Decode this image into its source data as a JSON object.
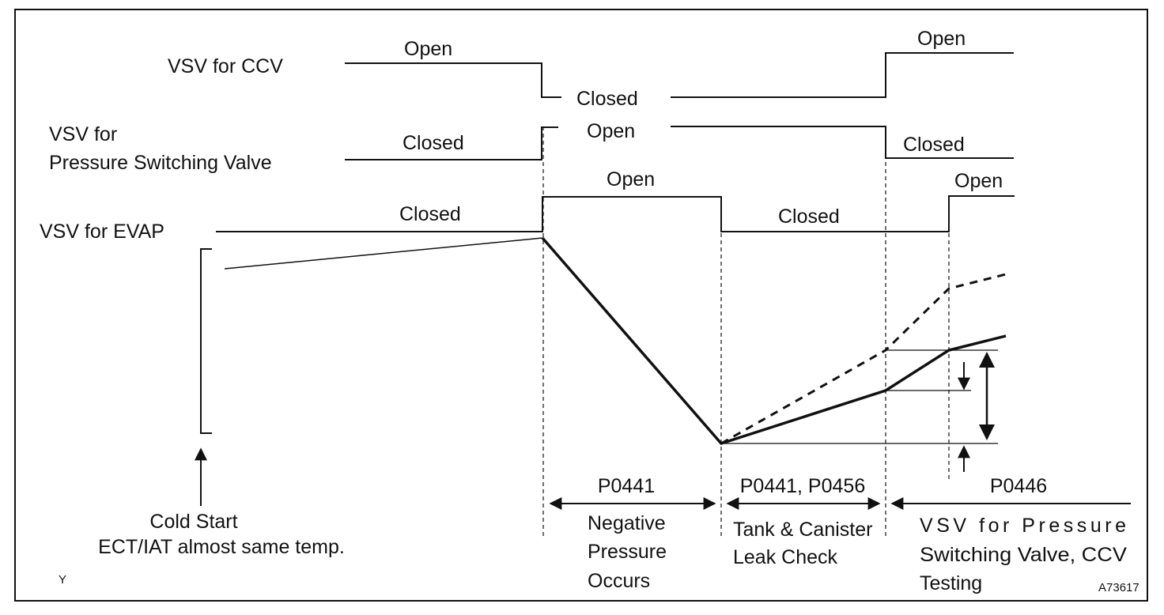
{
  "diagram": {
    "rows": {
      "ccv": {
        "name": "VSV for CCV",
        "state1": "Open",
        "state2": "Closed",
        "state3": "Open"
      },
      "psv": {
        "name_line1": "VSV for",
        "name_line2": "Pressure Switching Valve",
        "state1": "Closed",
        "state2": "Open",
        "state3": "Closed"
      },
      "evap": {
        "name": "VSV for EVAP",
        "state1": "Closed",
        "state2": "Open",
        "state3": "Closed",
        "state4": "Open"
      }
    },
    "cold_start": {
      "line1": "Cold Start",
      "line2": "ECT/IAT almost same temp."
    },
    "phases": [
      {
        "code": "P0441",
        "desc_lines": [
          "Negative",
          "Pressure",
          "Occurs"
        ]
      },
      {
        "code": "P0441, P0456",
        "desc_lines": [
          "Tank & Canister",
          "Leak Check"
        ]
      },
      {
        "code": "P0446",
        "desc_lines": [
          "VSV for Pressure",
          "Switching Valve, CCV",
          "Testing"
        ]
      }
    ],
    "corner_left": "Y",
    "figure_id": "A73617"
  }
}
